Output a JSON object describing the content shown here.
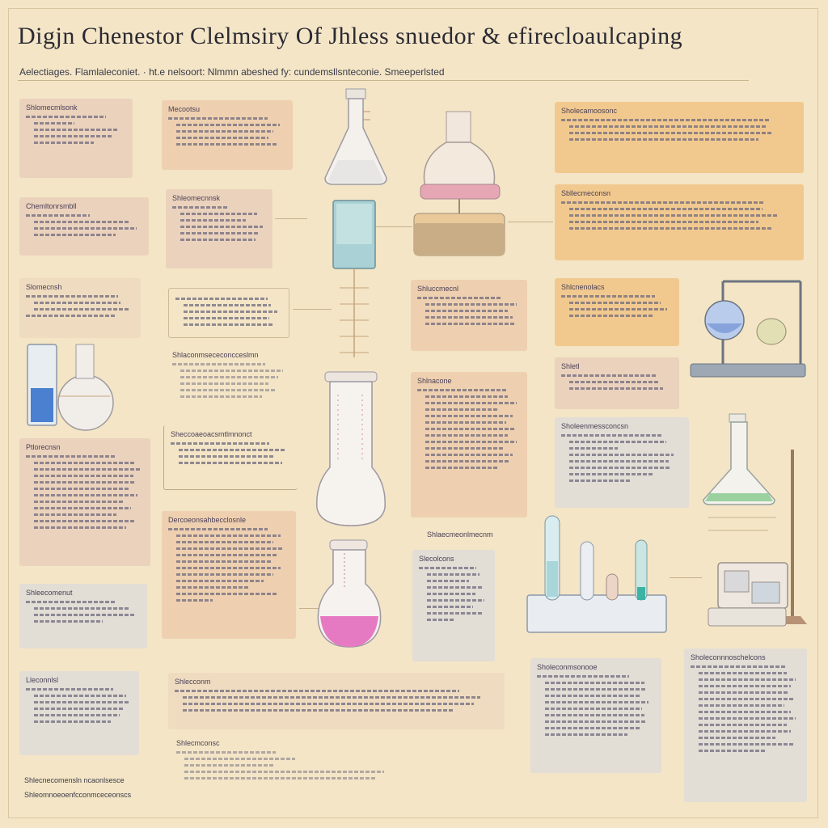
{
  "poster": {
    "title": "Digjn Chenestor Clelmsiry Of Jhless snuedor & efirecloaulcaping",
    "subtitle": "Aelectiages. Flamlaleconiet. · ht.e nelsoort: Nlmmn abeshed fy: cundemsllsnteconie. Smeeperlsted"
  },
  "notes": {
    "n1": "Shlomecmlsonk",
    "n2": "Chemltonrsmbll",
    "n3": "Slomecnsh",
    "n4": "Ptlorecnsn",
    "n5": "Shleecomenut",
    "n6": "Lleconnlsl",
    "n7": "Mecootsu",
    "n8": "Shleomecnnsk",
    "n9": "Shlaconmsececoncceslmn",
    "n10": "Sheccoaeoacsmtlmnonct",
    "n11": "Dercoeonsahbecclosnle",
    "n12": "Shlecconm",
    "n13": "Shlecmconsc",
    "n14": "Shluccmecnl",
    "n15": "Shlnacone",
    "n16": "Slecolcons",
    "n17": "Sholecamoosonc",
    "n18": "Sbllecmeconsn",
    "n19": "Shlcnenolacs",
    "n20": "Shletl",
    "n21": "Sholeenmessconcsn",
    "n22": "Sholeconmsonooe",
    "n23": "Sholeconnnoschelcons",
    "n24": "Shlaecmeonlmecnmsh"
  },
  "footer": {
    "line1": "Shlecnecomensln ncaonlsesce",
    "line2": "Shleomnoeoenfcconmceceonscs"
  }
}
